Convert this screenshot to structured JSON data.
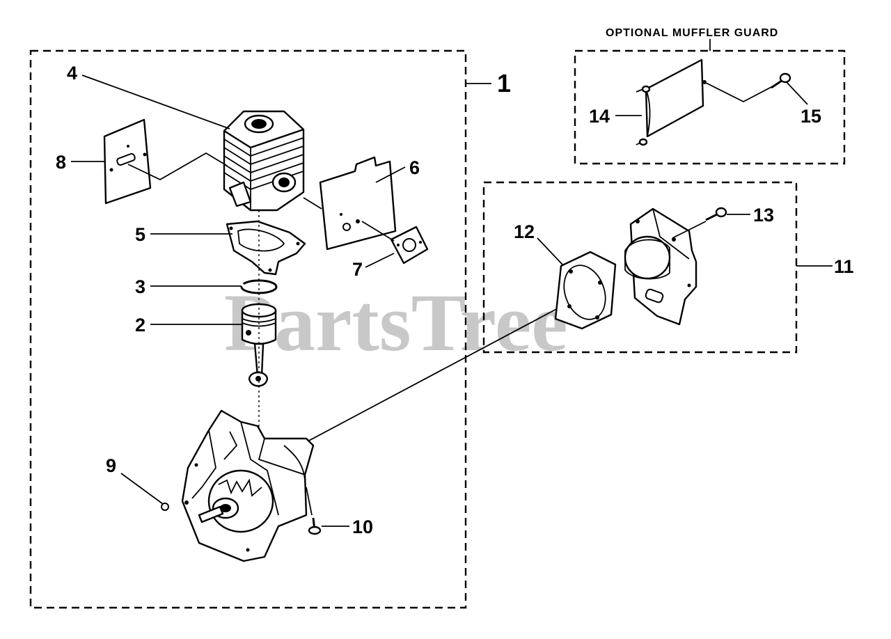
{
  "diagram": {
    "group_label": "OPTIONAL MUFFLER GUARD",
    "watermark": "PartsTree",
    "callouts": {
      "c1": "1",
      "c2": "2",
      "c3": "3",
      "c4": "4",
      "c5": "5",
      "c6": "6",
      "c7": "7",
      "c8": "8",
      "c9": "9",
      "c10": "10",
      "c11": "11",
      "c12": "12",
      "c13": "13",
      "c14": "14",
      "c15": "15"
    }
  }
}
